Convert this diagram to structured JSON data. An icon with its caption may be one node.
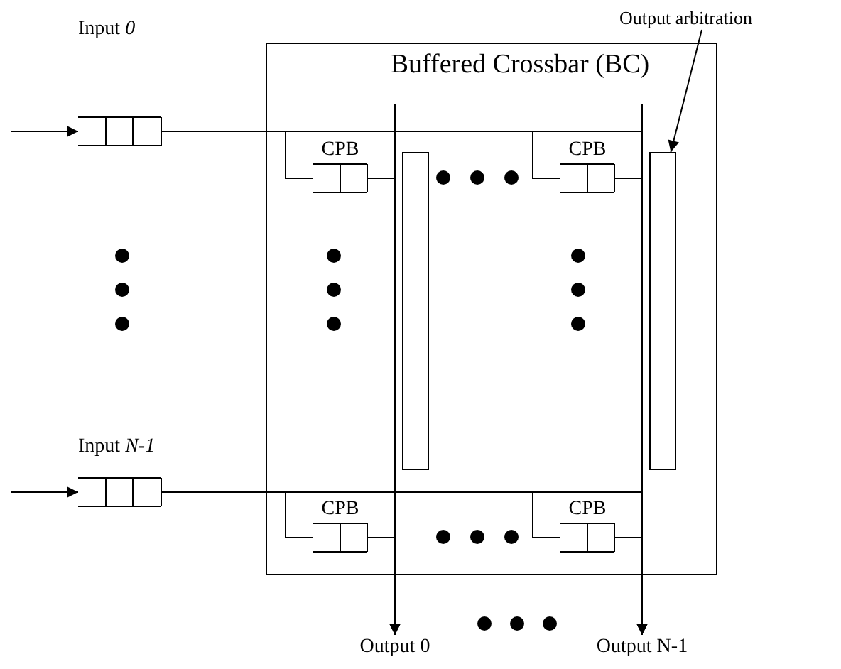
{
  "diagram": {
    "nodes": [
      {
        "text": [
          "Output arbitration"
        ]
      },
      {
        "text": [
          "Buffered Crossbar (BC)"
        ]
      },
      {
        "text": [
          "Input *0*"
        ]
      },
      {
        "text": [
          "CPB"
        ],
        "in": 1
      },
      {
        "text": [
          "CPB"
        ],
        "in": 1
      },
      {
        "text": [],
        "shape": "bar",
        "in": 1
      },
      {
        "text": [],
        "shape": "bar",
        "in": 1
      },
      {
        "text": [
          "Input *N-1*"
        ]
      },
      {
        "text": [
          "CPB"
        ],
        "in": 1
      },
      {
        "text": [
          "CPB"
        ],
        "in": 1
      },
      {
        "text": [
          "Output 0"
        ]
      },
      {
        "text": [
          "Output N-1"
        ]
      }
    ],
    "edges": [
      {
        "from": null,
        "to": 2,
        "arrow": "to"
      },
      {
        "from": null,
        "to": 7,
        "arrow": "to"
      },
      {
        "from": 2,
        "to": 3,
        "arrow": "none"
      },
      {
        "from": 2,
        "to": 4,
        "arrow": "none"
      },
      {
        "from": 7,
        "to": 8,
        "arrow": "none"
      },
      {
        "from": 7,
        "to": 9,
        "arrow": "none"
      },
      {
        "from": 3,
        "to": 10,
        "arrow": "to"
      },
      {
        "from": 8,
        "to": 10,
        "arrow": "to"
      },
      {
        "from": 4,
        "to": 11,
        "arrow": "to"
      },
      {
        "from": 9,
        "to": 11,
        "arrow": "to"
      },
      {
        "from": 0,
        "to": 6,
        "arrow": "to"
      }
    ]
  }
}
